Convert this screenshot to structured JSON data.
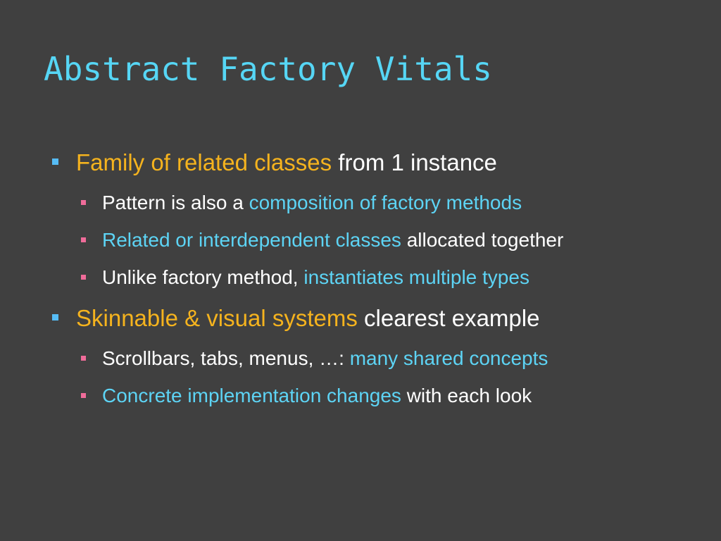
{
  "slide": {
    "title": "Abstract Factory Vitals",
    "bullets": [
      {
        "highlight": "Family of related classes",
        "text": " from 1 instance",
        "sub": [
          {
            "text": "Pattern is also a ",
            "highlight": "composition of  factory methods"
          },
          {
            "highlight": "Related or interdependent classes",
            "text": " allocated together"
          },
          {
            "text": "Unlike factory method, ",
            "highlight": "instantiates multiple types"
          }
        ]
      },
      {
        "highlight": "Skinnable & visual systems",
        "text": " clearest example",
        "sub": [
          {
            "text": "Scrollbars, tabs, menus, …: ",
            "highlight": "many shared concepts"
          },
          {
            "highlight": "Concrete implementation changes",
            "text": " with each look"
          }
        ]
      }
    ]
  },
  "colors": {
    "background": "#404040",
    "title": "#56D6F5",
    "level1_highlight": "#F5B31E",
    "level2_highlight": "#5DD4F5",
    "level1_bullet": "#56BCF5",
    "level2_bullet": "#F06C9A"
  }
}
